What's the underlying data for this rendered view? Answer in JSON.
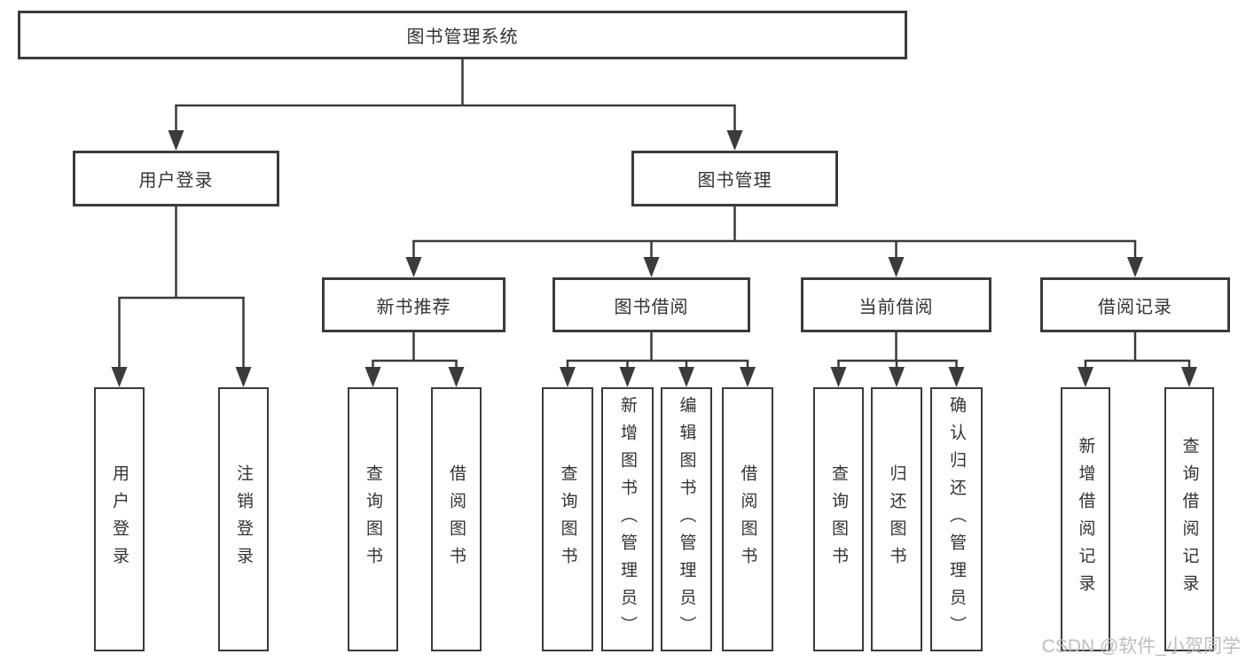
{
  "diagram": {
    "title": "图书管理系统",
    "level2": {
      "user_login": "用户登录",
      "book_mgmt": "图书管理"
    },
    "level3": {
      "new_book": "新书推荐",
      "borrow": "图书借阅",
      "current": "当前借阅",
      "records": "借阅记录"
    },
    "leaves": {
      "user_login": [
        "用户登录",
        "注销登录"
      ],
      "new_book": [
        "查询图书",
        "借阅图书"
      ],
      "borrow": [
        "查询图书",
        "新增图书（管理员）",
        "编辑图书（管理员）",
        "借阅图书"
      ],
      "current": [
        "查询图书",
        "归还图书",
        "确认归还（管理员）"
      ],
      "records": [
        "新增借阅记录",
        "查询借阅记录"
      ]
    }
  },
  "watermark": "CSDN @软件_小贺同学",
  "colors": {
    "line": "#3b3b3b",
    "text": "#333333",
    "background": "#ffffff",
    "watermark": "#b9b9b9"
  }
}
